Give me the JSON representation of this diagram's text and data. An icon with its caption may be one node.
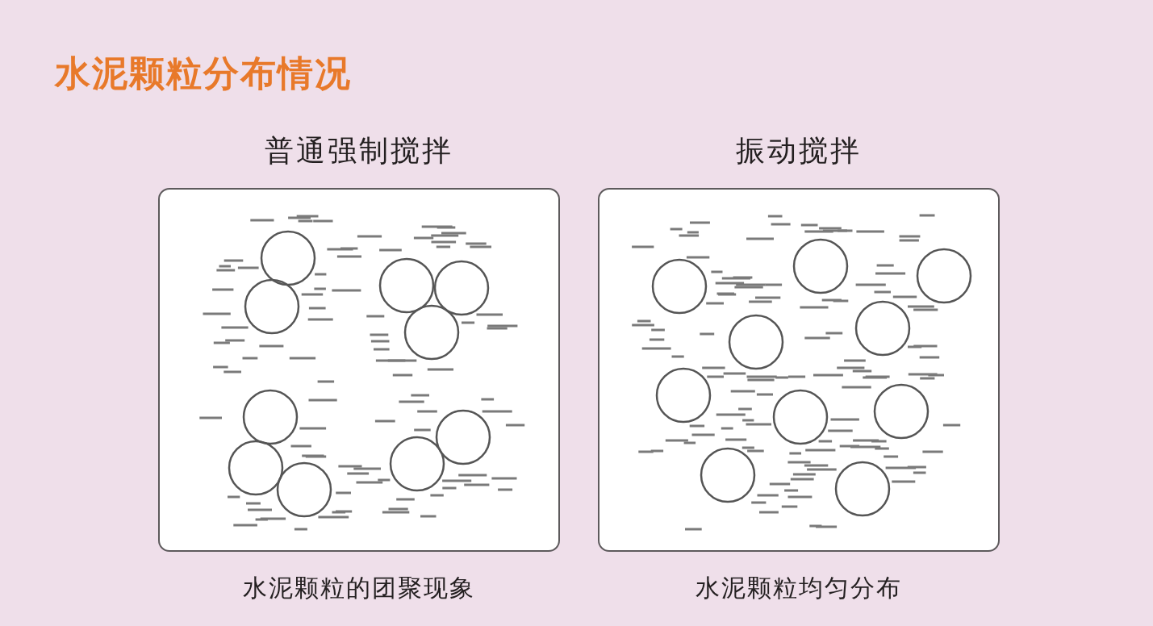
{
  "diagram": {
    "title": "水泥颗粒分布情况",
    "nodes": [
      {
        "text": [
          "普通强制搅拌"
        ],
        "beside": [
          "水泥颗粒的团聚现象"
        ]
      },
      {
        "text": [
          "振动搅拌"
        ],
        "beside": [
          "水泥颗粒均匀分布"
        ]
      }
    ]
  }
}
